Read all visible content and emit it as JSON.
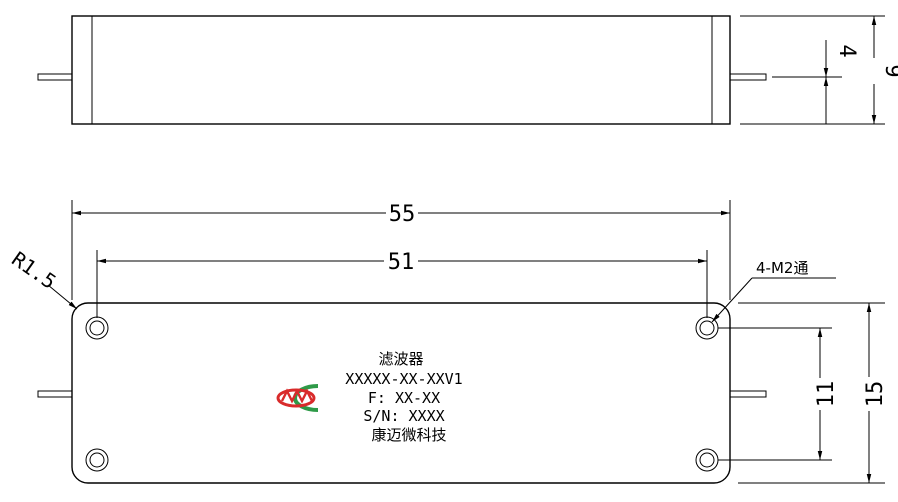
{
  "side_view": {
    "dim_height_total": "9",
    "dim_pin_height": "4"
  },
  "top_view": {
    "dim_outer_length": "55",
    "dim_hole_spacing_x": "51",
    "dim_hole_spacing_y": "11",
    "dim_outer_width": "15",
    "corner_radius_label": "R1.5",
    "hole_callout": "4-M2通"
  },
  "label": {
    "title": "滤波器",
    "model": "XXXXX-XX-XXV1",
    "freq": "F: XX-XX",
    "serial": "S/N: XXXX",
    "company": "康迈微科技",
    "logo_text": "MW",
    "logo_color_outer": "#2e9a48",
    "logo_color_inner": "#d92b2b"
  }
}
